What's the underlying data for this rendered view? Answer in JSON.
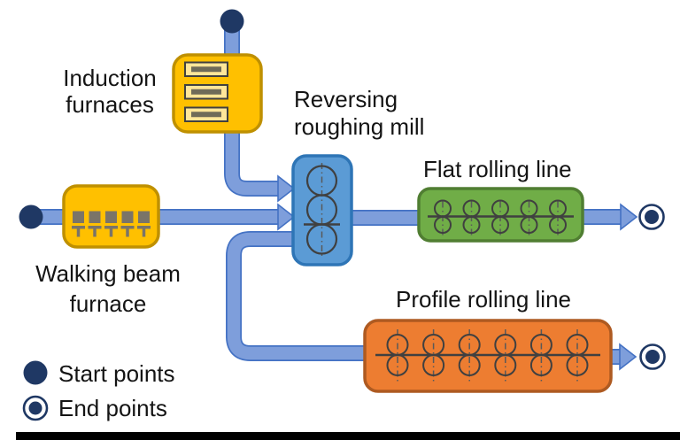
{
  "diagram": {
    "nodes": {
      "induction": {
        "line1": "Induction",
        "line2": "furnaces"
      },
      "walking": {
        "line1": "Walking beam",
        "line2": "furnace"
      },
      "reversing": {
        "line1": "Reversing",
        "line2": "roughing mill"
      },
      "flat": {
        "label": "Flat rolling line"
      },
      "profile": {
        "label": "Profile rolling line"
      }
    },
    "legend": {
      "start_label": "Start points",
      "end_label": "End points"
    },
    "colors": {
      "furnace_fill": "#FFC000",
      "furnace_border": "#BF9000",
      "mill_fill": "#5B9BD5",
      "mill_border": "#2E75B6",
      "flat_fill": "#70AD47",
      "flat_border": "#507E32",
      "profile_fill": "#ED7D31",
      "profile_border": "#AE5A21",
      "flow_fill": "#7E9EDB",
      "flow_border": "#4472C4",
      "point_navy": "#1F3864",
      "glyph_stroke": "#404040",
      "bar_fill": "#FFE699",
      "bar_inner": "#6F6B58",
      "beam_gray": "#7A7468",
      "footer_bar": "#000000"
    }
  }
}
